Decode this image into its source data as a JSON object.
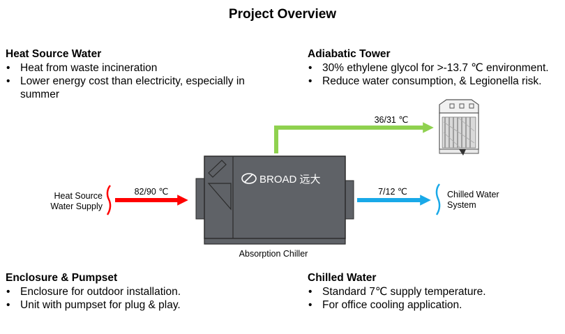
{
  "title": "Project Overview",
  "sections": {
    "heat_source": {
      "heading": "Heat Source Water",
      "bullets": [
        "Heat from waste incineration",
        "Lower energy cost than electricity, especially in summer"
      ]
    },
    "adiabatic_tower": {
      "heading": "Adiabatic Tower",
      "bullets": [
        "30% ethylene glycol for >-13.7 ℃ environment.",
        "Reduce water consumption, & Legionella risk."
      ]
    },
    "enclosure": {
      "heading": "Enclosure & Pumpset",
      "bullets": [
        "Enclosure for outdoor installation.",
        "Unit with pumpset for plug & play."
      ]
    },
    "chilled_water": {
      "heading": "Chilled Water",
      "bullets": [
        "Standard 7℃ supply temperature.",
        "For office cooling application."
      ]
    }
  },
  "diagram": {
    "heat_supply_label": [
      "Heat Source",
      "Water Supply"
    ],
    "heat_temp": "82/90 ℃",
    "tower_temp": "36/31 ℃",
    "chilled_temp": "7/12 ℃",
    "chilled_system_label": [
      "Chilled Water",
      "System"
    ],
    "chiller_label": "Absorption Chiller",
    "brand": "BROAD 远大",
    "colors": {
      "heat_arrow": "#ff0000",
      "tower_arrow": "#8fd14f",
      "chilled_arrow": "#19a9e8",
      "chiller_body": "#5f6267",
      "bracket_red": "#ff0000",
      "bracket_blue": "#19a9e8"
    }
  }
}
